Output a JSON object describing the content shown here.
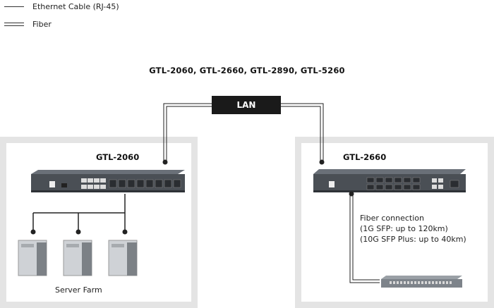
{
  "legend": {
    "ethernet_label": "Ethernet Cable (RJ-45)",
    "fiber_label": "Fiber"
  },
  "models_title": "GTL-2060, GTL-2660, GTL-2890, GTL-5260",
  "lan_label": "LAN",
  "left_panel": {
    "device_label": "GTL-2060",
    "server_farm_label": "Server Farm"
  },
  "right_panel": {
    "device_label": "GTL-2660",
    "fiber_caption": {
      "line1": "Fiber connection",
      "line2": "(1G SFP: up to 120km)",
      "line3": "(10G SFP Plus: up to 40km)"
    }
  },
  "colors": {
    "lan_box": "#1a1a1a",
    "panel_border": "#e4e4e4",
    "switch_body": "#4a4f55",
    "cable": "#222222"
  }
}
